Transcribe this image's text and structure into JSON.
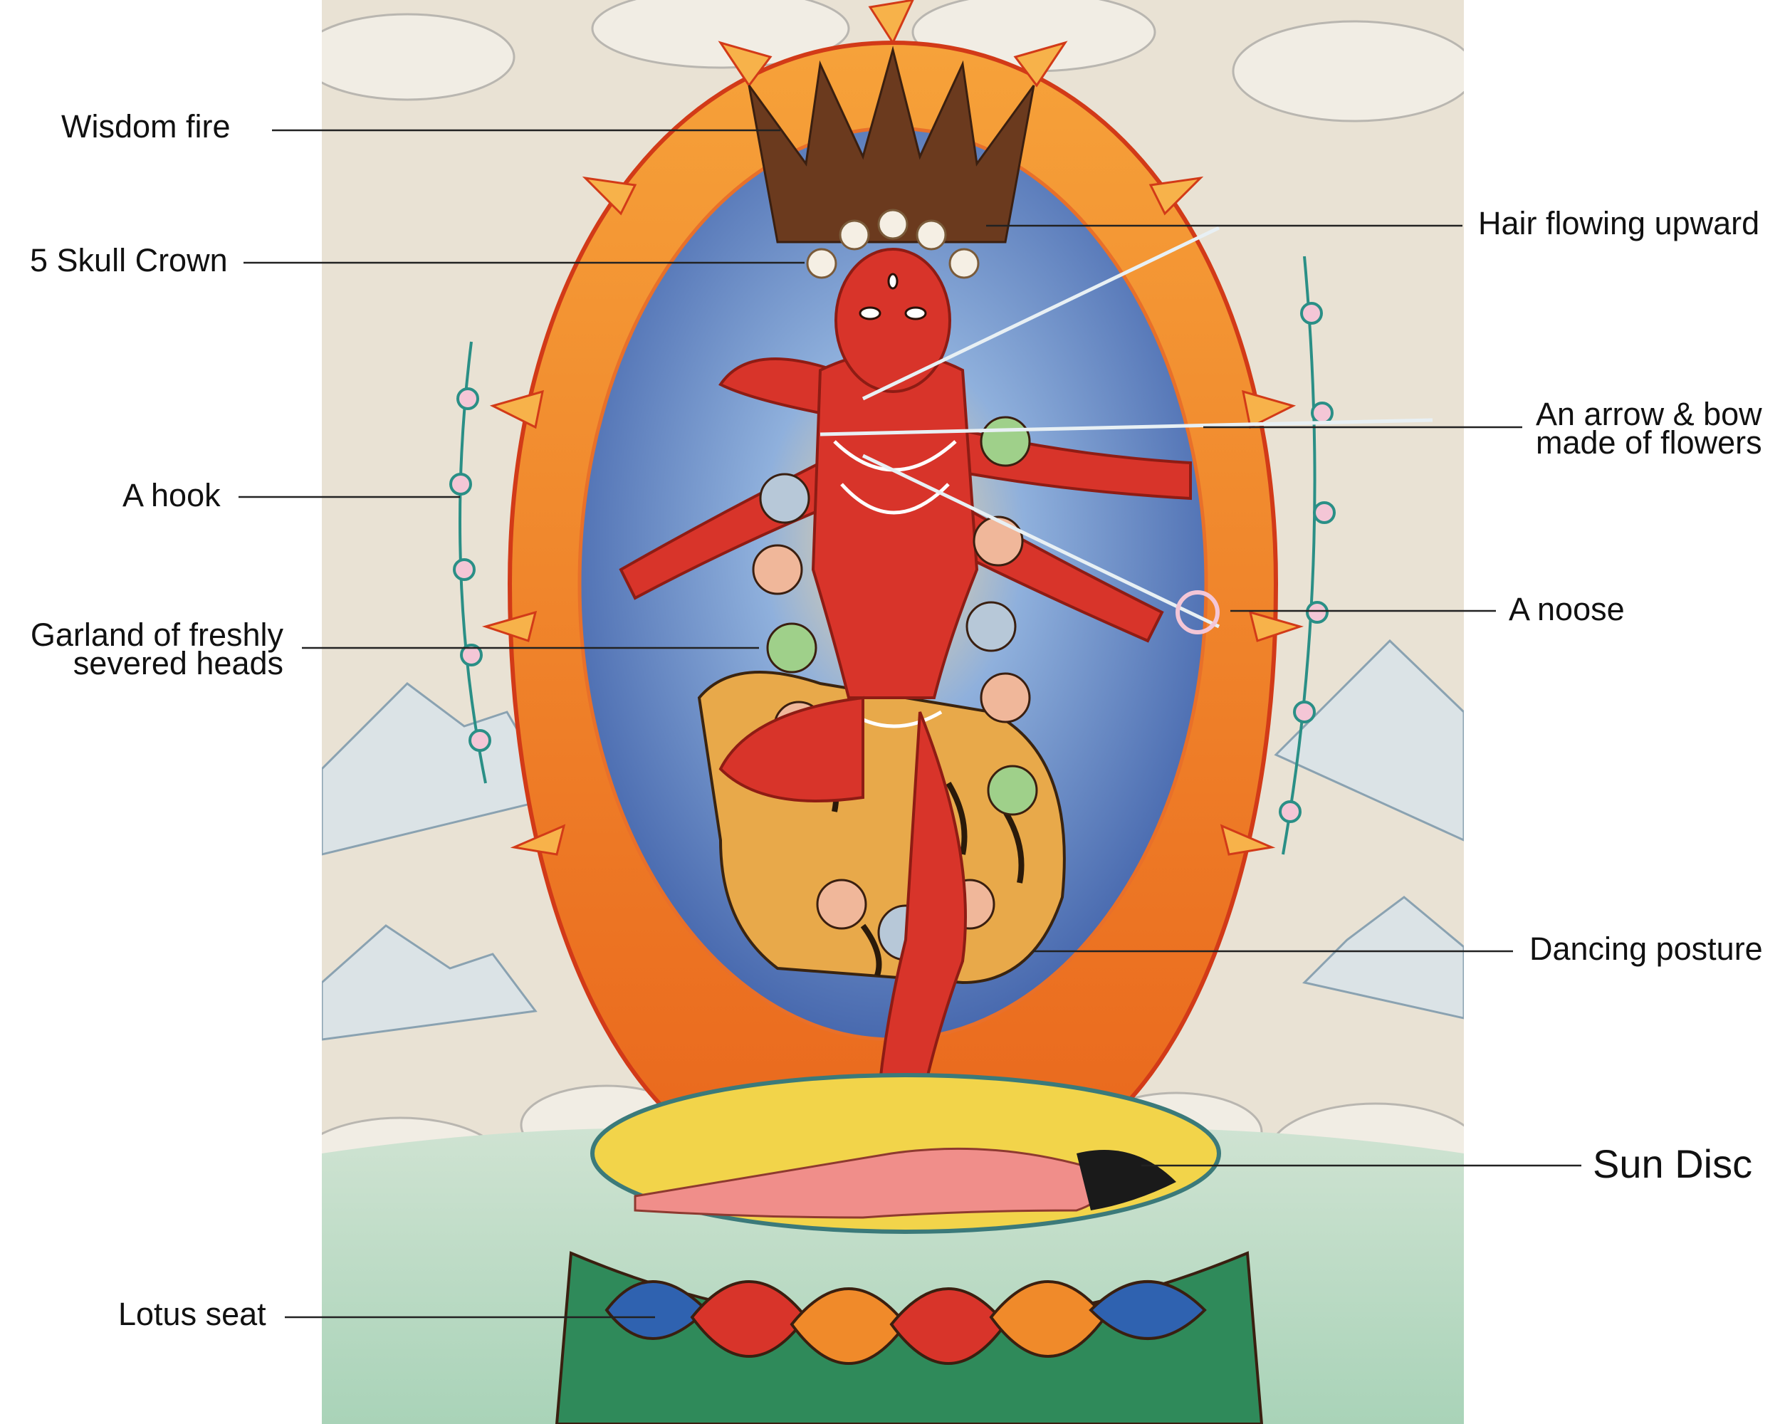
{
  "annotations": {
    "wisdom_fire": "Wisdom fire",
    "skull_crown": "5 Skull Crown",
    "hook": "A hook",
    "garland_line1": "Garland of freshly",
    "garland_line2": "severed heads",
    "lotus_seat": "Lotus seat",
    "hair": "Hair flowing upward",
    "arrow_line1": "An arrow & bow",
    "arrow_line2": "made of flowers",
    "noose": "A noose",
    "dancing": "Dancing posture",
    "sun_disc": "Sun Disc"
  },
  "colors": {
    "background_parchment": "#e9e2d4",
    "aura_blue": "#5a7fc0",
    "flame_orange": "#f08a2a",
    "deity_red": "#d8342a",
    "sun_disc_yellow": "#f2d44a",
    "label_text": "#111111"
  }
}
